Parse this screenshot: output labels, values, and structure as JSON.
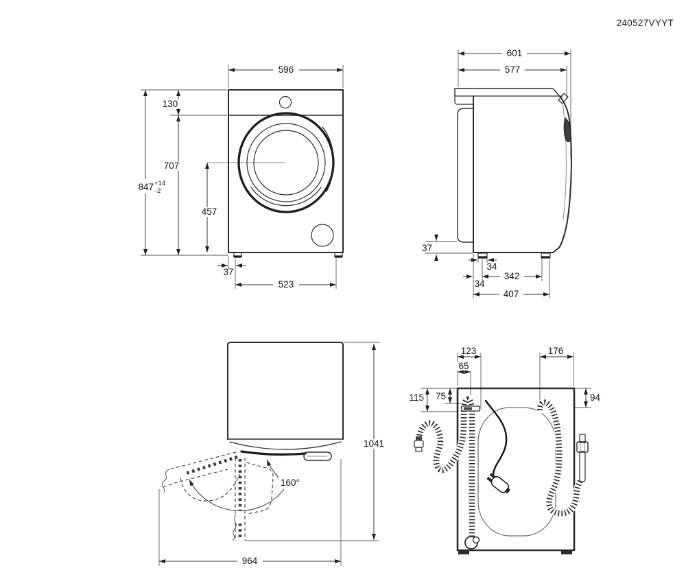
{
  "code": "240527VYYT",
  "front": {
    "width": "596",
    "panel_height": "130",
    "body_height": "707",
    "total_height": "847",
    "tol_plus": "+14",
    "tol_minus": "-2",
    "drum_center": "457",
    "foot_offset": "37",
    "feet_distance": "523"
  },
  "side": {
    "total_depth": "601",
    "body_depth": "577",
    "rear_gap": "37",
    "foot_width": "34",
    "rear_foot_offset": "34",
    "feet_distance": "342",
    "feet_depth": "407"
  },
  "top": {
    "door_angle": "160°",
    "open_width": "964",
    "open_depth": "1041"
  },
  "rear": {
    "cord_offset": "123",
    "drain_offset": "65",
    "cord_drop": "115",
    "drain_drop": "75",
    "inlet_offset": "176",
    "inlet_drop": "94"
  }
}
